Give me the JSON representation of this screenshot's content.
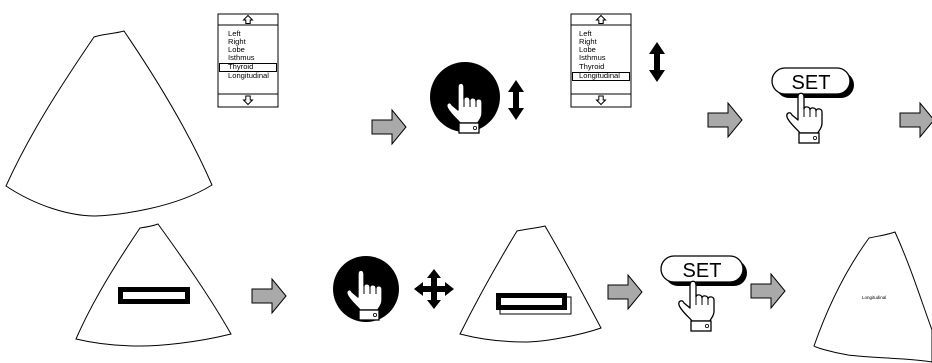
{
  "first_list": {
    "items": [
      "Left",
      "Right",
      "Lobe",
      "Isthmus",
      "Thyroid",
      "Longitudinal"
    ],
    "highlighted": "Thyroid",
    "up_icon": "up-arrow-icon",
    "down_icon": "down-arrow-icon"
  },
  "second_list": {
    "items": [
      "Left",
      "Right",
      "Lobe",
      "Isthmus",
      "Thyroid",
      "Longitudinal"
    ],
    "highlighted": "Longitudinal",
    "up_icon": "up-arrow-icon",
    "down_icon": "down-arrow-icon"
  },
  "buttons": {
    "set_label_top": "SET",
    "set_label_bottom": "SET"
  },
  "final_scan": {
    "annotation": "Longitudinal"
  },
  "icons": {
    "flow_arrow": "right-arrow-icon",
    "trackball": "trackball-icon",
    "hand": "pointing-hand-icon",
    "vertical_move": "vertical-double-arrow-icon",
    "four_way_move": "four-way-arrow-icon"
  },
  "colors": {
    "arrow_fill": "#a9a9a9",
    "line": "#000000",
    "background": "#ffffff"
  }
}
